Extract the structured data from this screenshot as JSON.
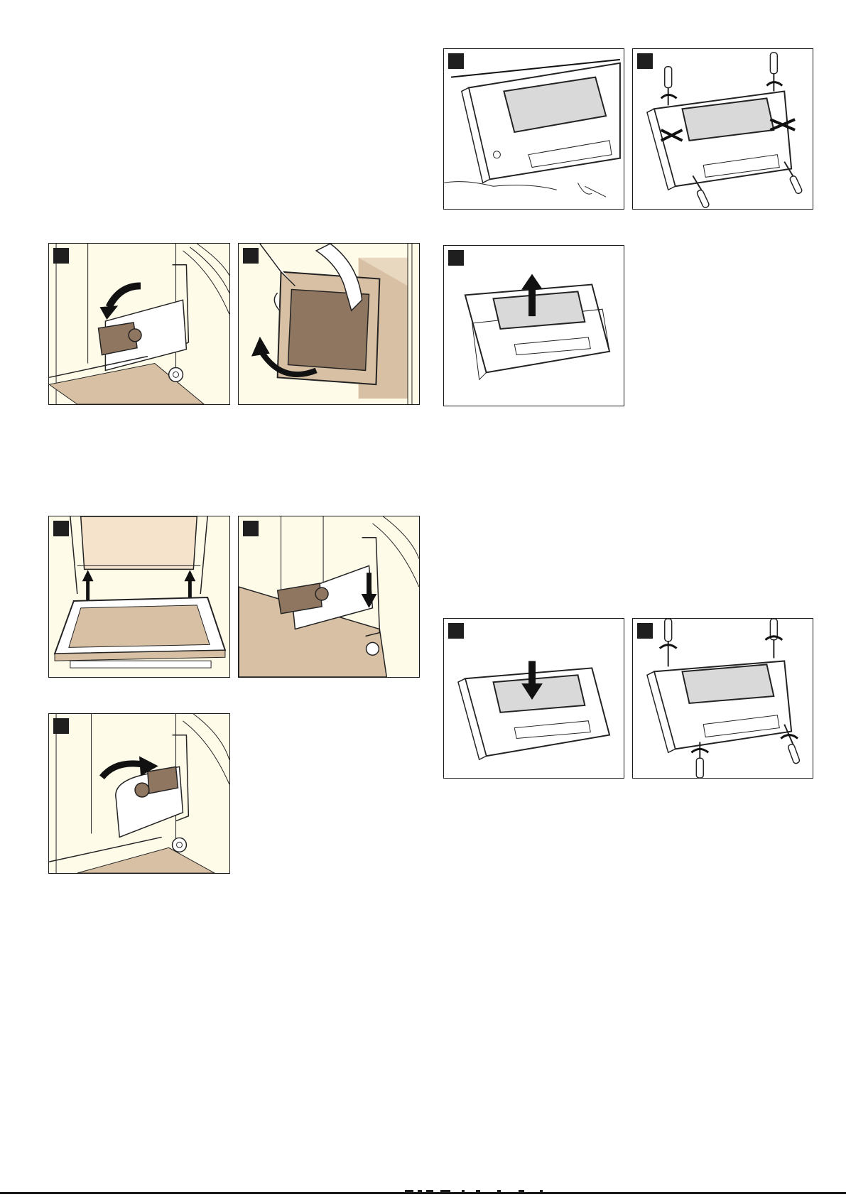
{
  "page": {
    "language": "none",
    "figures": [
      {
        "id": "fig-hinge-unlock",
        "label": ""
      },
      {
        "id": "fig-remove-door",
        "label": ""
      },
      {
        "id": "fig-insert-door",
        "label": ""
      },
      {
        "id": "fig-hinge-down",
        "label": ""
      },
      {
        "id": "fig-hinge-lock",
        "label": ""
      },
      {
        "id": "fig-door-flat",
        "label": ""
      },
      {
        "id": "fig-unscrew",
        "label": ""
      },
      {
        "id": "fig-lift-pane",
        "label": ""
      },
      {
        "id": "fig-insert-pane",
        "label": ""
      },
      {
        "id": "fig-screw-back",
        "label": ""
      }
    ]
  },
  "colors": {
    "panel_border": "#1a1a1a",
    "cream_background": "#fffbe9",
    "tan_fill": "#d8c0a4",
    "hinge_brown": "#8f7660",
    "glass_gray": "#d9d9d9",
    "badge_black": "#1f1f1f"
  },
  "icons": {
    "step_badge": "black-square-icon",
    "direction": "arrow-icon",
    "tool": "screwdriver-icon",
    "no_remove": "cross-mark-icon",
    "rotate": "rotate-icon"
  }
}
